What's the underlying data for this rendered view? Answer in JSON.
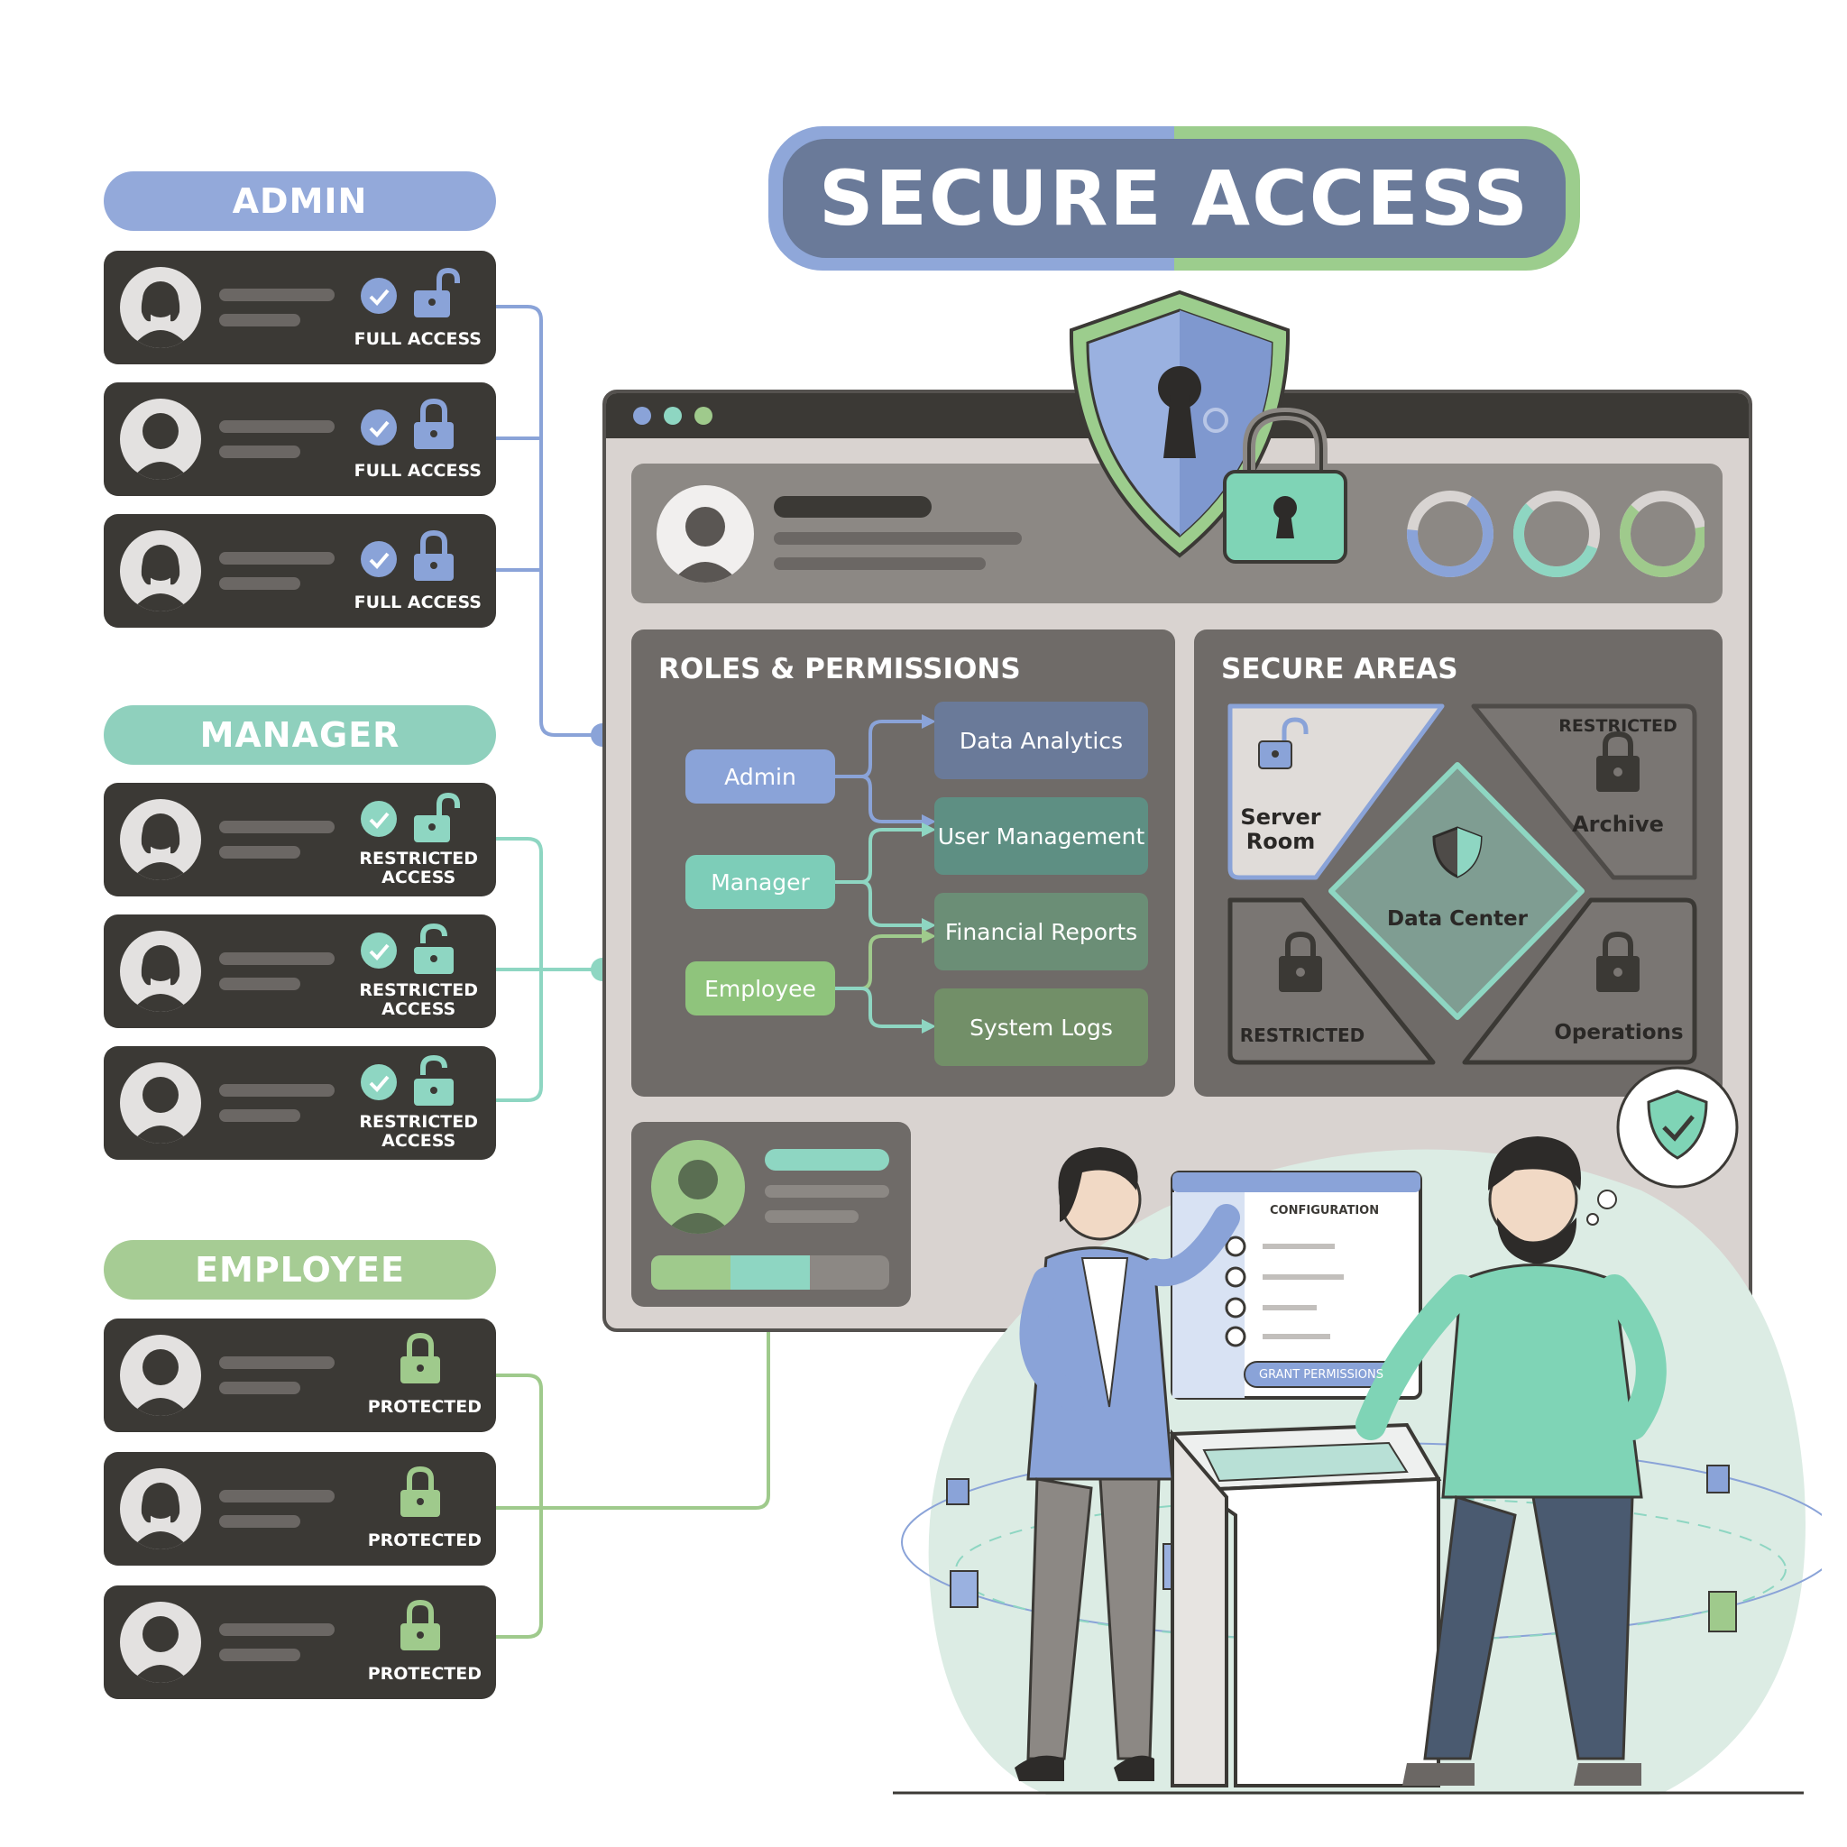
{
  "title": "SECURE ACCESS",
  "groups": [
    {
      "name": "ADMIN",
      "color": "#93a9da",
      "items": [
        "FULL ACCESS",
        "FULL ACCESS",
        "FULL ACCESS"
      ]
    },
    {
      "name": "MANAGER",
      "color": "#8fd0bd",
      "items_l1": [
        "RESTRICTED",
        "RESTRICTED",
        "RESTRICTED"
      ],
      "items_l2": [
        "ACCESS",
        "ACCESS",
        "ACCESS"
      ]
    },
    {
      "name": "EMPLOYEE",
      "color": "#a6cc94",
      "items": [
        "PROTECTED",
        "PROTECTED",
        "PROTECTED"
      ]
    }
  ],
  "roles_panel": {
    "title": "ROLES & PERMISSIONS",
    "roles": [
      "Admin",
      "Manager",
      "Employee"
    ],
    "permissions": [
      "Data Analytics",
      "User Management",
      "Financial Reports",
      "System Logs"
    ]
  },
  "areas_panel": {
    "title": "SECURE AREAS",
    "server_room_l1": "Server",
    "server_room_l2": "Room",
    "restricted_top": "RESTRICTED",
    "archive": "Archive",
    "data_center": "Data Center",
    "restricted_bottom": "RESTRICTED",
    "operations": "Operations"
  },
  "config_screen": {
    "heading": "CONFIGURATION",
    "button": "GRANT PERMISSIONS"
  },
  "colors": {
    "blue": "#8aa3d8",
    "teal": "#8ed6c2",
    "green": "#9fca8c",
    "dark": "#3b3935"
  }
}
